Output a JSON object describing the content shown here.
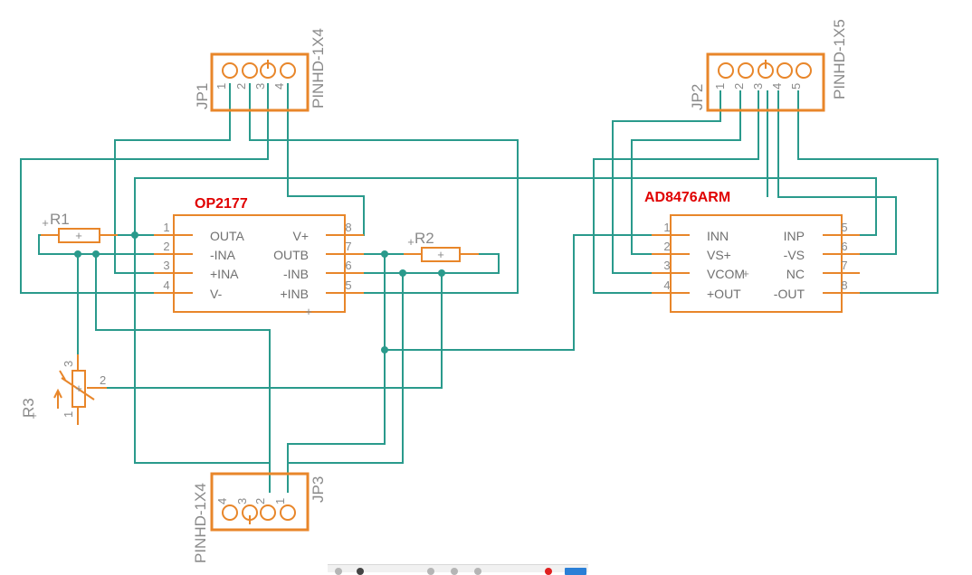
{
  "jp1": {
    "name": "JP1",
    "value": "PINHD-1X4",
    "pins": [
      "1",
      "2",
      "3",
      "4"
    ]
  },
  "jp2": {
    "name": "JP2",
    "value": "PINHD-1X5",
    "pins": [
      "1",
      "2",
      "3",
      "4",
      "5"
    ]
  },
  "jp3": {
    "name": "JP3",
    "value": "PINHD-1X4",
    "pins": [
      "4",
      "3",
      "2",
      "1"
    ]
  },
  "op2177": {
    "name": "OP2177",
    "left_pins": [
      {
        "num": "1",
        "label": "OUTA"
      },
      {
        "num": "2",
        "label": "-INA"
      },
      {
        "num": "3",
        "label": "+INA"
      },
      {
        "num": "4",
        "label": "V-"
      }
    ],
    "right_pins": [
      {
        "num": "8",
        "label": "V+"
      },
      {
        "num": "7",
        "label": "OUTB"
      },
      {
        "num": "6",
        "label": "-INB"
      },
      {
        "num": "5",
        "label": "+INB"
      }
    ]
  },
  "ad8476": {
    "name": "AD8476ARM",
    "left_pins": [
      {
        "num": "1",
        "label": "INN"
      },
      {
        "num": "2",
        "label": "VS+"
      },
      {
        "num": "3",
        "label": "VCOM"
      },
      {
        "num": "4",
        "label": "+OUT"
      }
    ],
    "right_pins": [
      {
        "num": "5",
        "label": "INP"
      },
      {
        "num": "6",
        "label": "-VS"
      },
      {
        "num": "7",
        "label": "NC"
      },
      {
        "num": "8",
        "label": "-OUT"
      }
    ]
  },
  "r1": {
    "name": "R1"
  },
  "r2": {
    "name": "R2"
  },
  "r3": {
    "name": "R3",
    "pins": [
      "3",
      "2",
      "1"
    ]
  },
  "colors": {
    "wire": "#2a9a8c",
    "part": "#e8862a",
    "label_red": "#e00000",
    "text_gray": "#8a8a8a"
  }
}
